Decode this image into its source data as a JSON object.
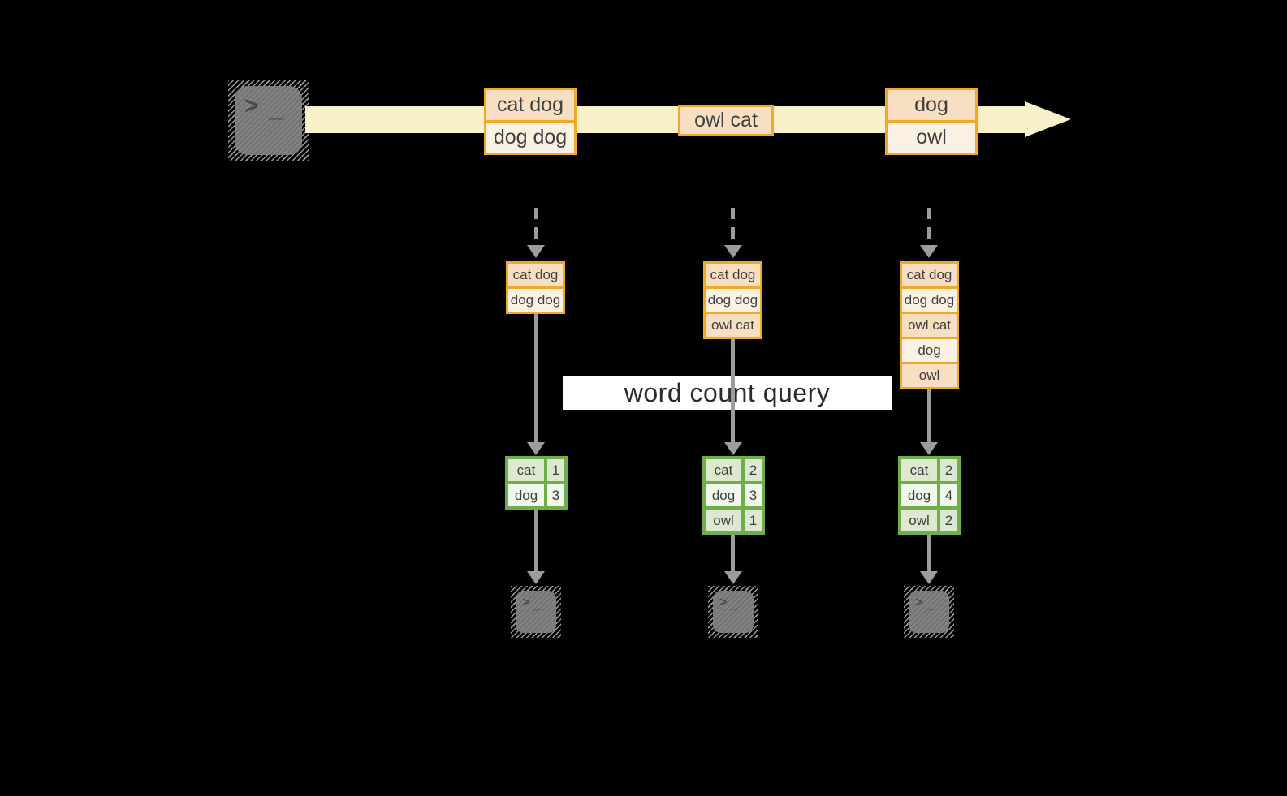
{
  "banner": {
    "label": "word count query"
  },
  "stream": {
    "source_icon": "terminal-icon",
    "batches": [
      {
        "rows": [
          "cat dog",
          "dog dog"
        ]
      },
      {
        "rows": [
          "owl cat"
        ]
      },
      {
        "rows": [
          "dog",
          "owl"
        ]
      }
    ]
  },
  "columns": [
    {
      "state_rows": [
        "cat dog",
        "dog dog"
      ],
      "result": [
        {
          "word": "cat",
          "count": "1"
        },
        {
          "word": "dog",
          "count": "3"
        }
      ],
      "sink_icon": "terminal-icon"
    },
    {
      "state_rows": [
        "cat dog",
        "dog dog",
        "owl cat"
      ],
      "result": [
        {
          "word": "cat",
          "count": "2"
        },
        {
          "word": "dog",
          "count": "3"
        },
        {
          "word": "owl",
          "count": "1"
        }
      ],
      "sink_icon": "terminal-icon"
    },
    {
      "state_rows": [
        "cat dog",
        "dog dog",
        "owl cat",
        "dog",
        "owl"
      ],
      "result": [
        {
          "word": "cat",
          "count": "2"
        },
        {
          "word": "dog",
          "count": "4"
        },
        {
          "word": "owl",
          "count": "2"
        }
      ],
      "sink_icon": "terminal-icon"
    }
  ],
  "icons": {
    "prompt": ">",
    "cursor": "_"
  },
  "colors": {
    "background": "#000000",
    "stream_band": "#FAF0C9",
    "box_border": "#F0A929",
    "box_fill_peach": "#F8DFC2",
    "box_fill_cream": "#FCF2E4",
    "table_border": "#6FAE49",
    "table_fill_dark": "#DCE8D0",
    "table_fill_light": "#F2F7EC",
    "arrow_gray": "#9C9C9C",
    "banner_bg": "#FFFFFF",
    "text_dark": "#3F3F3F"
  }
}
